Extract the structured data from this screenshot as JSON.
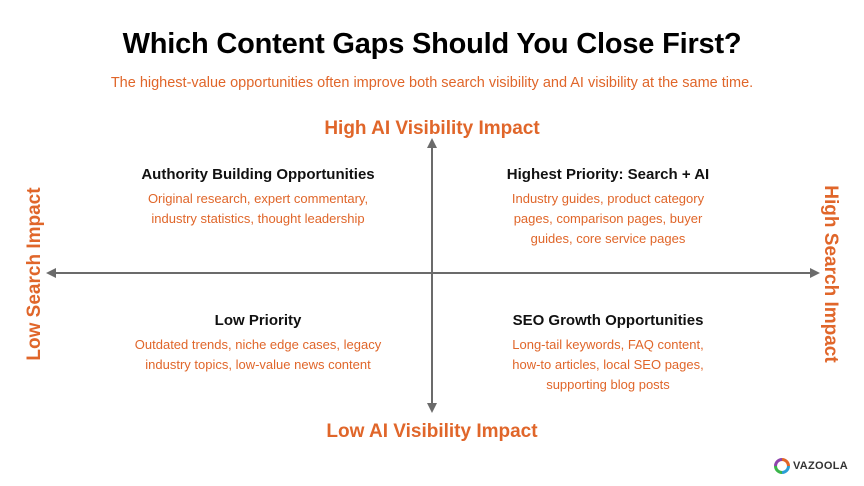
{
  "title": "Which Content Gaps Should You Close First?",
  "subtitle": "The highest-value opportunities often improve both search visibility and AI visibility at the same time.",
  "axes": {
    "top": "High AI Visibility Impact",
    "bottom": "Low AI Visibility Impact",
    "left": "Low Search Impact",
    "right": "High Search Impact"
  },
  "quadrants": {
    "top_left": {
      "title": "Authority Building Opportunities",
      "lines": [
        "Original research, expert commentary,",
        "industry statistics, thought leadership"
      ]
    },
    "top_right": {
      "title": "Highest Priority: Search + AI",
      "lines": [
        "Industry guides, product category",
        "pages, comparison pages, buyer",
        "guides, core service pages"
      ]
    },
    "bottom_left": {
      "title": "Low Priority",
      "lines": [
        "Outdated trends, niche edge cases, legacy",
        "industry topics, low-value news content"
      ]
    },
    "bottom_right": {
      "title": "SEO Growth Opportunities",
      "lines": [
        "Long-tail keywords, FAQ content,",
        "how-to articles, local SEO pages,",
        "supporting blog posts"
      ]
    }
  },
  "logo": {
    "text": "VAZOOLA",
    "icon": "vazoola-logo-icon"
  },
  "colors": {
    "accent": "#e0662a",
    "axis": "#6b6b6b",
    "title": "#000000"
  }
}
